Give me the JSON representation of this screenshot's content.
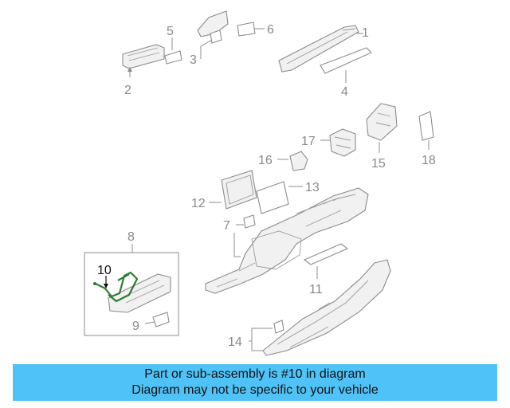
{
  "diagram": {
    "callouts": {
      "c1": "1",
      "c2": "2",
      "c3": "3",
      "c4": "4",
      "c5": "5",
      "c6": "6",
      "c7": "7",
      "c8": "8",
      "c9": "9",
      "c10": "10",
      "c11": "11",
      "c12": "12",
      "c13": "13",
      "c14": "14",
      "c15": "15",
      "c16": "16",
      "c17": "17",
      "c18": "18"
    },
    "highlight_color": "#2e7d32",
    "line_color": "#8c8c8c"
  },
  "banner": {
    "line1": "Part or sub-assembly is #10 in diagram",
    "line2": "Diagram may not be specific to your vehicle",
    "color": "#4fc3f7"
  }
}
